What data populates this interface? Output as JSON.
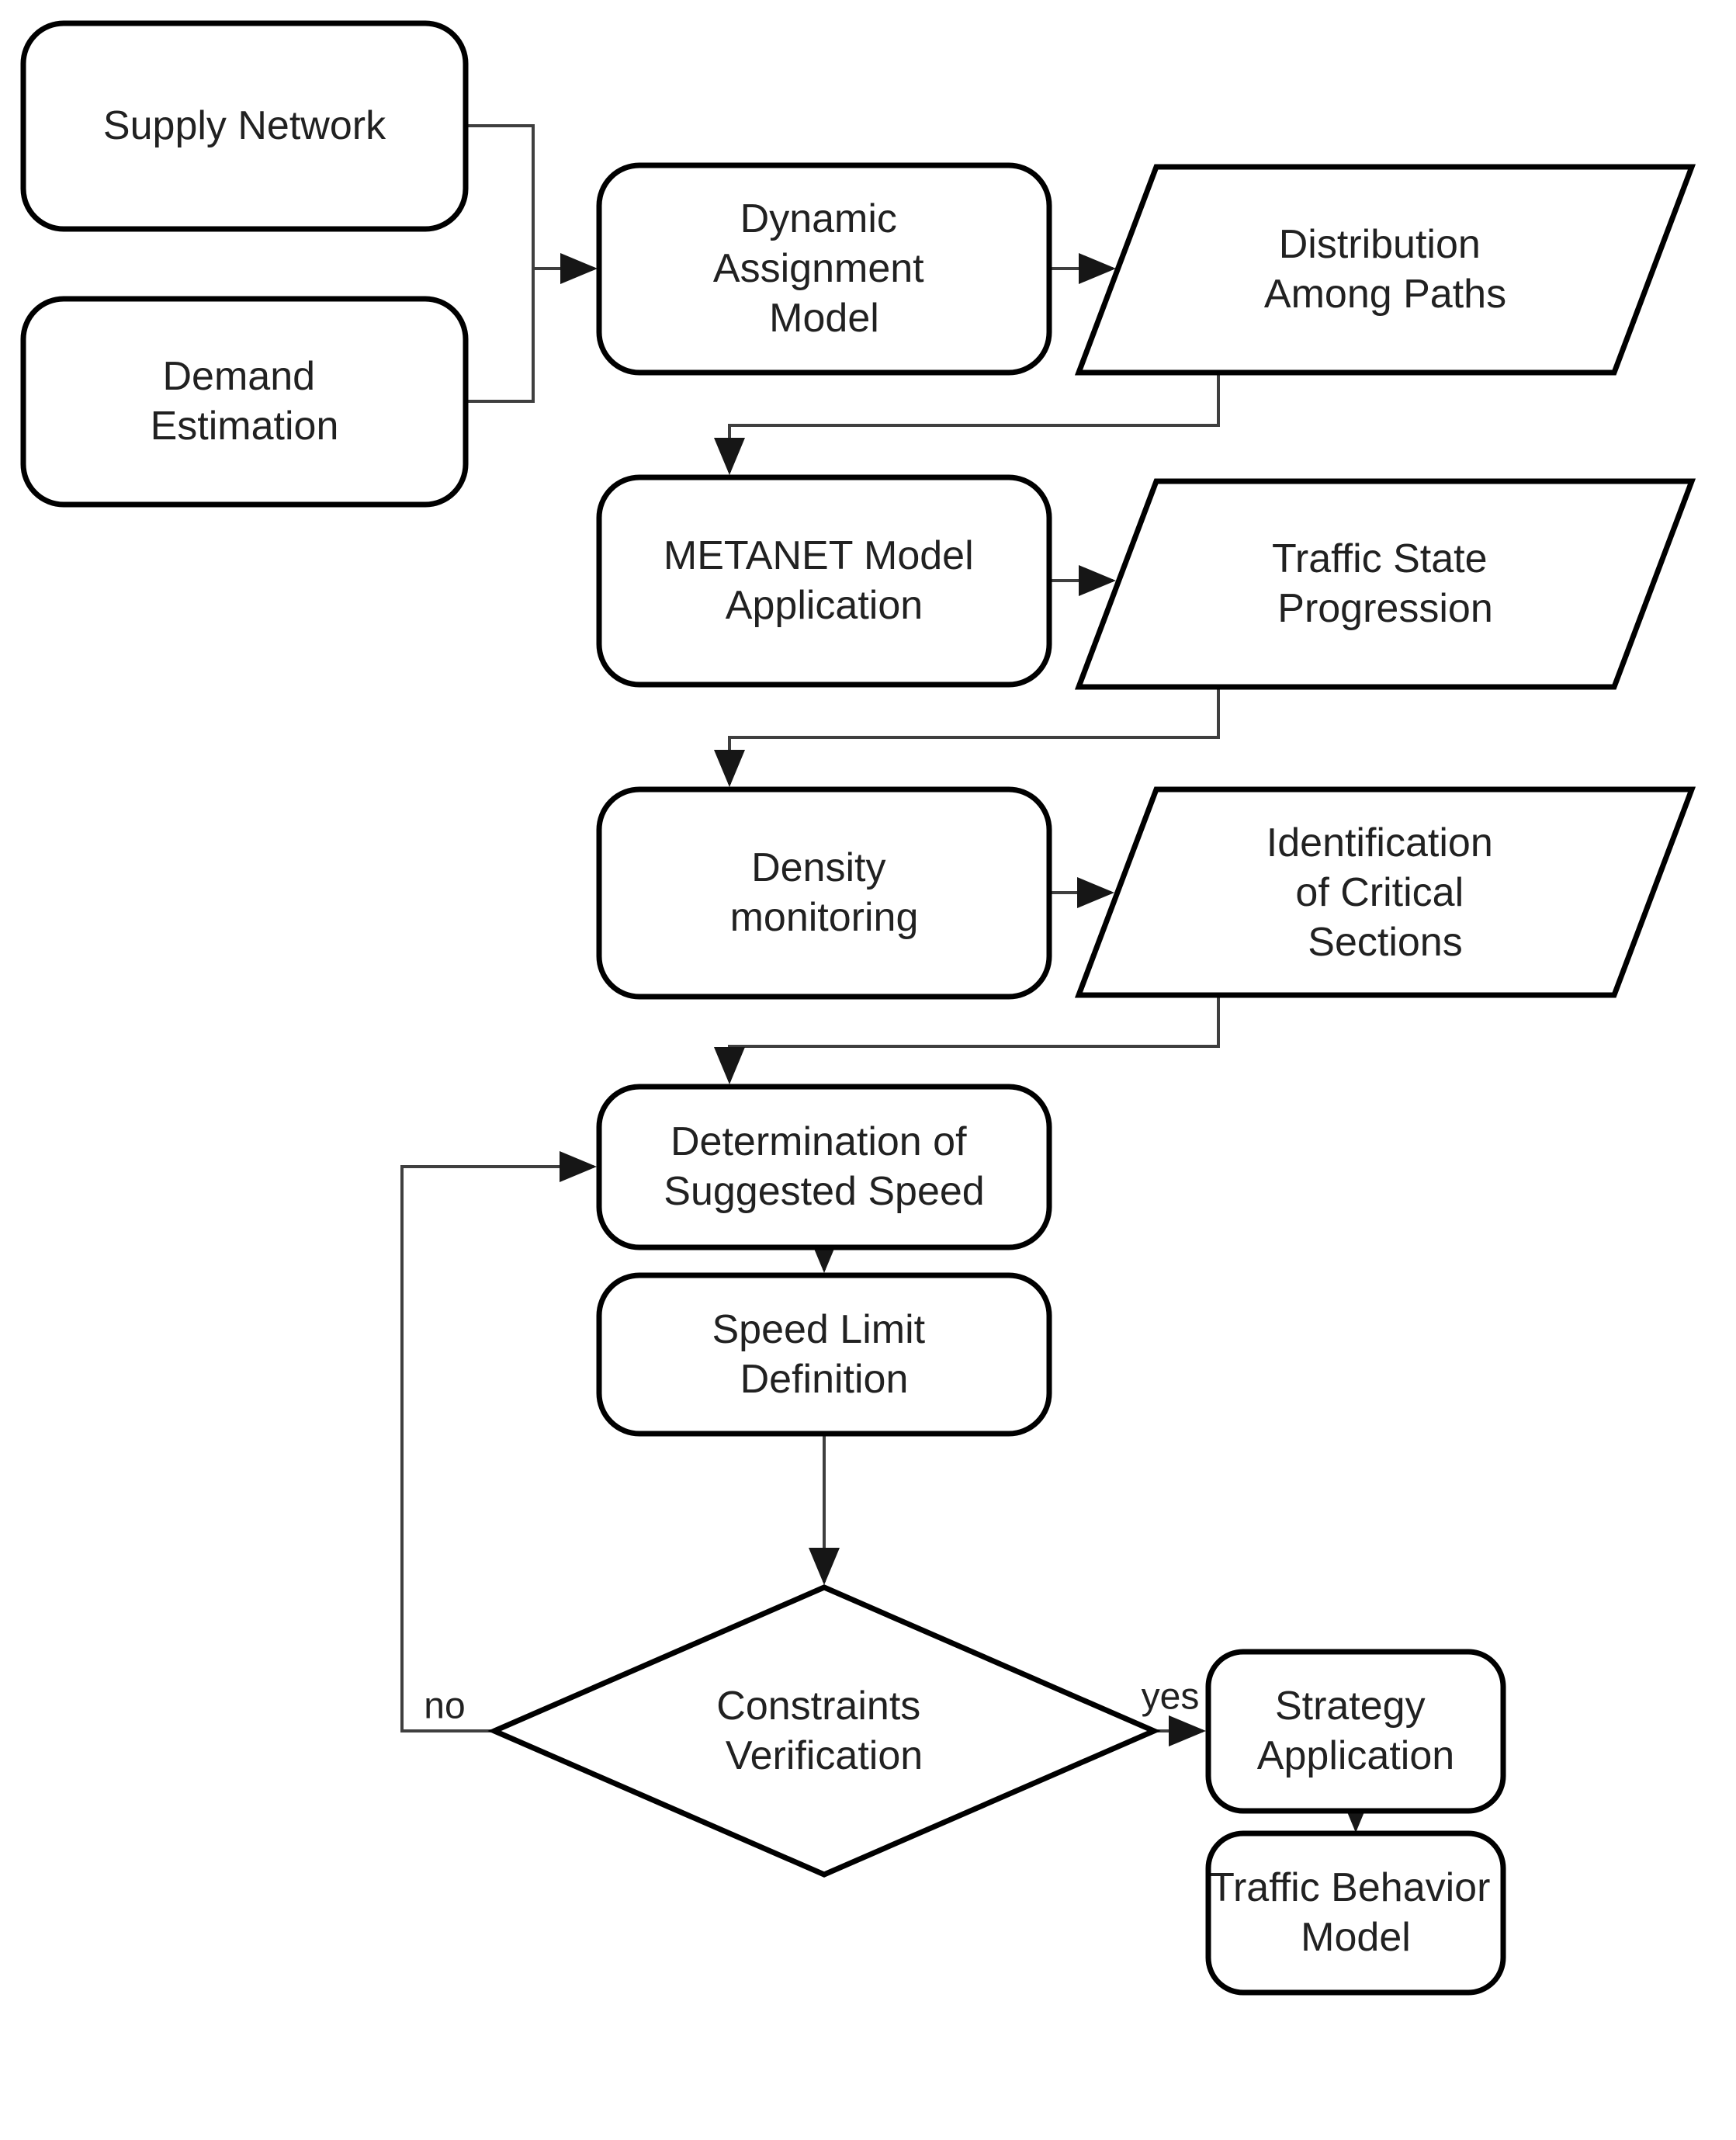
{
  "diagram_type": "flowchart",
  "colors": {
    "shape_stroke": "#000000",
    "connector": "#3f3f3f",
    "shape_fill": "#ffffff",
    "text": "#212121",
    "background": "#ffffff"
  },
  "nodes": {
    "supply_network": {
      "type": "process",
      "lines": [
        "Supply Network"
      ]
    },
    "demand_estimation": {
      "type": "process",
      "lines": [
        "Demand",
        "Estimation"
      ]
    },
    "dynamic_assignment_model": {
      "type": "process",
      "lines": [
        "Dynamic",
        "Assignment",
        "Model"
      ]
    },
    "distribution_among_paths": {
      "type": "data-parallelogram",
      "lines": [
        "Distribution",
        "Among Paths"
      ]
    },
    "metanet_model_application": {
      "type": "process",
      "lines": [
        "METANET Model",
        "Application"
      ]
    },
    "traffic_state_progression": {
      "type": "data-parallelogram",
      "lines": [
        "Traffic State",
        "Progression"
      ]
    },
    "density_monitoring": {
      "type": "process",
      "lines": [
        "Density",
        "monitoring"
      ]
    },
    "identification_of_critical_sections": {
      "type": "data-parallelogram",
      "lines": [
        "Identification",
        "of Critical",
        "Sections"
      ]
    },
    "determination_of_suggested_speed": {
      "type": "process",
      "lines": [
        "Determination of",
        "Suggested Speed"
      ]
    },
    "speed_limit_definition": {
      "type": "process",
      "lines": [
        "Speed Limit",
        "Definition"
      ]
    },
    "constraints_verification": {
      "type": "decision-diamond",
      "lines": [
        "Constraints",
        "Verification"
      ]
    },
    "strategy_application": {
      "type": "process",
      "lines": [
        "Strategy",
        "Application"
      ]
    },
    "traffic_behavior_model": {
      "type": "process",
      "lines": [
        "Traffic Behavior",
        "Model"
      ]
    }
  },
  "edge_labels": {
    "no": "no",
    "yes": "yes"
  },
  "edges": [
    {
      "from": "supply_network",
      "to": "dynamic_assignment_model",
      "label": ""
    },
    {
      "from": "demand_estimation",
      "to": "dynamic_assignment_model",
      "label": ""
    },
    {
      "from": "dynamic_assignment_model",
      "to": "distribution_among_paths",
      "label": ""
    },
    {
      "from": "distribution_among_paths",
      "to": "metanet_model_application",
      "label": ""
    },
    {
      "from": "metanet_model_application",
      "to": "traffic_state_progression",
      "label": ""
    },
    {
      "from": "traffic_state_progression",
      "to": "density_monitoring",
      "label": ""
    },
    {
      "from": "density_monitoring",
      "to": "identification_of_critical_sections",
      "label": ""
    },
    {
      "from": "identification_of_critical_sections",
      "to": "determination_of_suggested_speed",
      "label": ""
    },
    {
      "from": "determination_of_suggested_speed",
      "to": "speed_limit_definition",
      "label": ""
    },
    {
      "from": "speed_limit_definition",
      "to": "constraints_verification",
      "label": ""
    },
    {
      "from": "constraints_verification",
      "to": "determination_of_suggested_speed",
      "label": "no"
    },
    {
      "from": "constraints_verification",
      "to": "strategy_application",
      "label": "yes"
    },
    {
      "from": "strategy_application",
      "to": "traffic_behavior_model",
      "label": ""
    }
  ]
}
